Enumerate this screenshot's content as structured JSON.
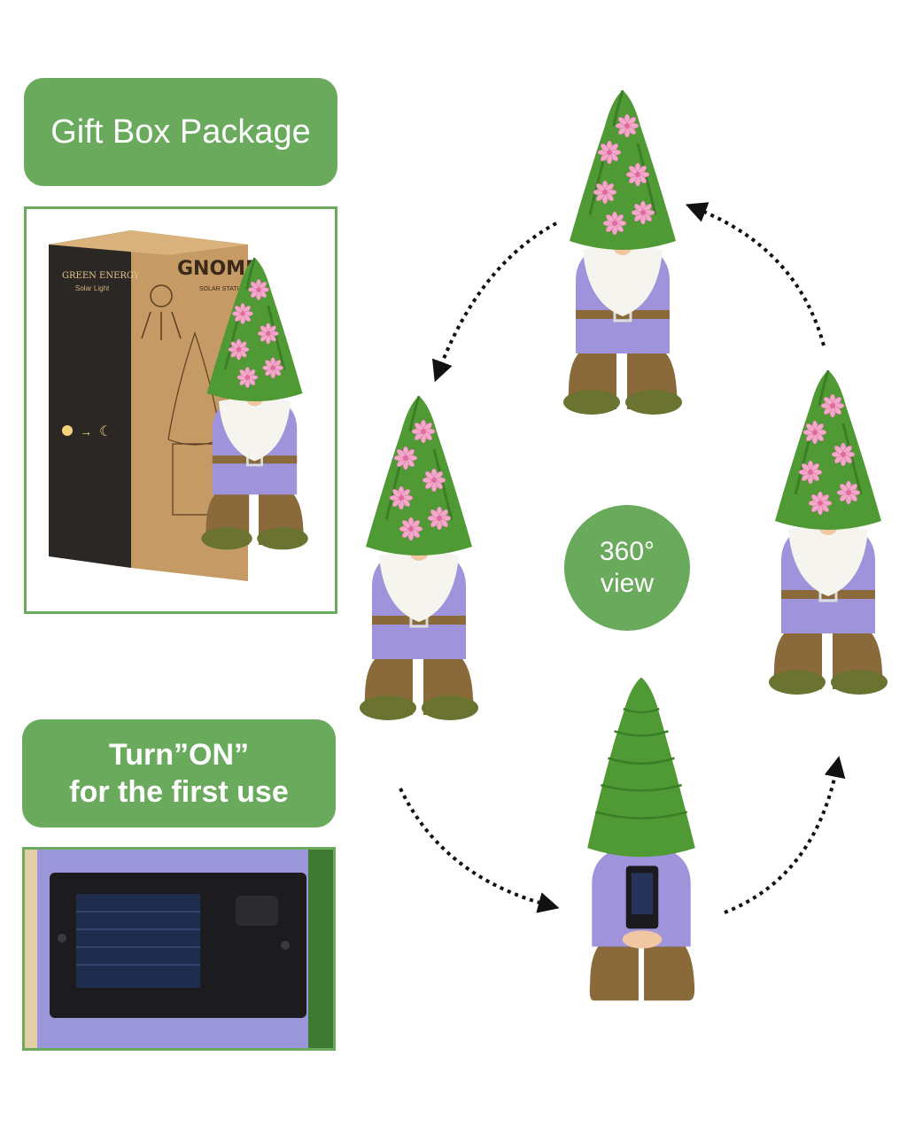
{
  "labels": {
    "gift_box": "Gift Box Package",
    "turn_on_line1": "Turn”ON”",
    "turn_on_line2": "for the first use"
  },
  "badge": {
    "line1": "360°",
    "line2": "view"
  },
  "box_print": {
    "brand": "GREEN ENERGY",
    "sub": "Solar Light",
    "title": "GNOME",
    "title_sub": "SOLAR STATUE"
  },
  "colors": {
    "accent_green": "#6aaa5c",
    "gnome_purple": "#9f93dc",
    "hat_green": "#4f9a34",
    "flower_pink": "#f2a6c8",
    "boot_brown": "#8a6a3b",
    "box_kraft": "#c59a64"
  },
  "icons": [
    "sun-icon",
    "arrow-right-icon",
    "moon-icon",
    "rotation-arrow-icon"
  ]
}
